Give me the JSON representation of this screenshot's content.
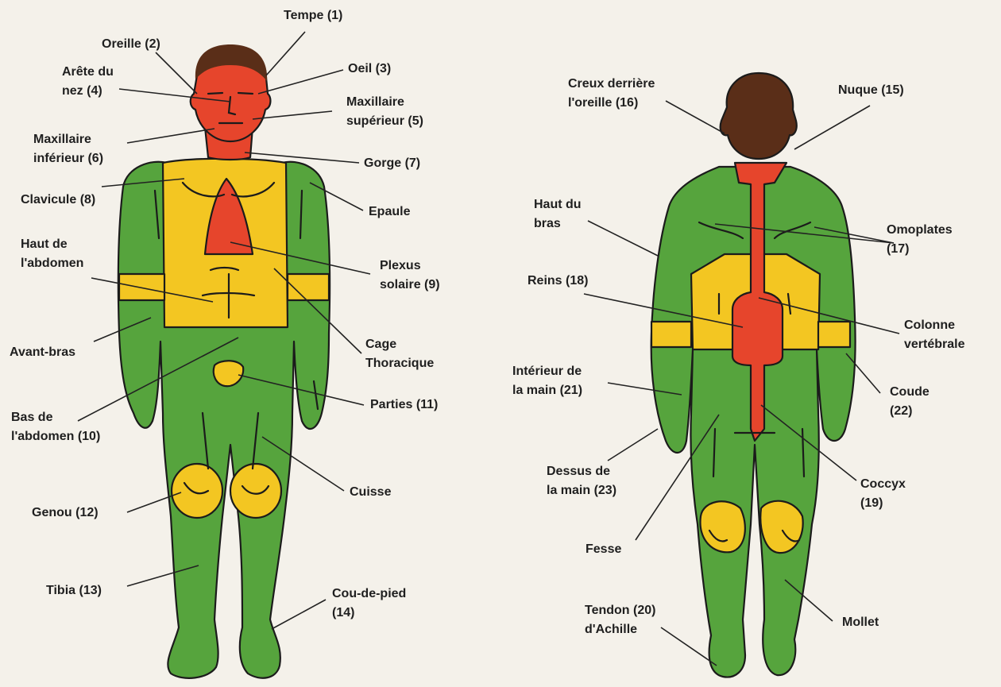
{
  "colors": {
    "background": "#f4f1ea",
    "zone_red": "#e6452c",
    "zone_yellow": "#f3c622",
    "zone_green": "#56a43d",
    "hair": "#5a2e18",
    "outline": "#1b1b1b"
  },
  "front_labels": {
    "tempe": "Tempe (1)",
    "oreille": "Oreille (2)",
    "oeil": "Oeil (3)",
    "arete_nez": "Arête du\nnez (4)",
    "maxillaire_superieur": "Maxillaire\nsupérieur (5)",
    "maxillaire_inferieur": "Maxillaire\ninférieur (6)",
    "gorge": "Gorge (7)",
    "clavicule": "Clavicule (8)",
    "epaule": "Epaule",
    "haut_abdomen": "Haut de\nl'abdomen",
    "plexus_solaire": "Plexus\nsolaire (9)",
    "avant_bras": "Avant-bras",
    "cage_thoracique": "Cage\nThoracique",
    "parties": "Parties (11)",
    "bas_abdomen": "Bas de\nl'abdomen (10)",
    "cuisse": "Cuisse",
    "genou": "Genou (12)",
    "tibia": "Tibia (13)",
    "cou_de_pied": "Cou-de-pied\n(14)"
  },
  "back_labels": {
    "creux_oreille": "Creux derrière\nl'oreille (16)",
    "nuque": "Nuque (15)",
    "haut_bras": "Haut du\nbras",
    "omoplates": "Omoplates\n(17)",
    "reins": "Reins (18)",
    "colonne": "Colonne\nvertébrale",
    "interieur_main": "Intérieur de\nla main (21)",
    "coude": "Coude\n(22)",
    "dessus_main": "Dessus de\nla main (23)",
    "coccyx": "Coccyx\n(19)",
    "fesse": "Fesse",
    "tendon_achille": "Tendon (20)\nd'Achille",
    "mollet": "Mollet"
  }
}
